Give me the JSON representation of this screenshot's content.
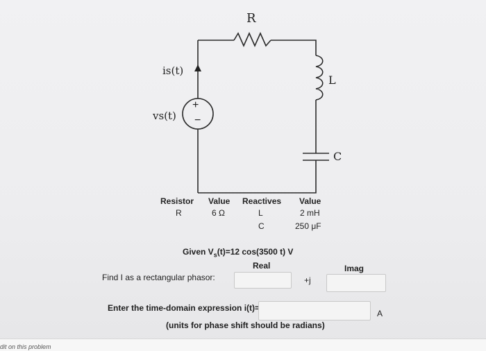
{
  "circuit": {
    "labels": {
      "resistor": "R",
      "inductor": "L",
      "capacitor": "C",
      "current_source": "is(t)",
      "voltage_source": "vs(t)",
      "source_plus": "+",
      "source_minus": "−"
    }
  },
  "table": {
    "headers": [
      "Resistor",
      "Value",
      "Reactives",
      "Value"
    ],
    "resistor": {
      "name": "R",
      "value": "6 Ω"
    },
    "reactives": [
      {
        "name": "L",
        "value": "2 mH"
      },
      {
        "name": "C",
        "value": "250 μF"
      }
    ]
  },
  "given": {
    "prefix": "Given V",
    "sub": "s",
    "suffix": "(t)=12 cos(3500 t) V"
  },
  "phasor": {
    "real_label": "Real",
    "imag_label": "Imag",
    "prompt": "Find I as a rectangular phasor:",
    "plus_j": "+j",
    "real_value": "",
    "imag_value": ""
  },
  "time_domain": {
    "prompt": "Enter the time-domain expression i(t)=",
    "hint": "(units for phase shift should be radians)",
    "answer_value": "",
    "unit": "A"
  },
  "footer": {
    "text": "dit on this problem"
  }
}
